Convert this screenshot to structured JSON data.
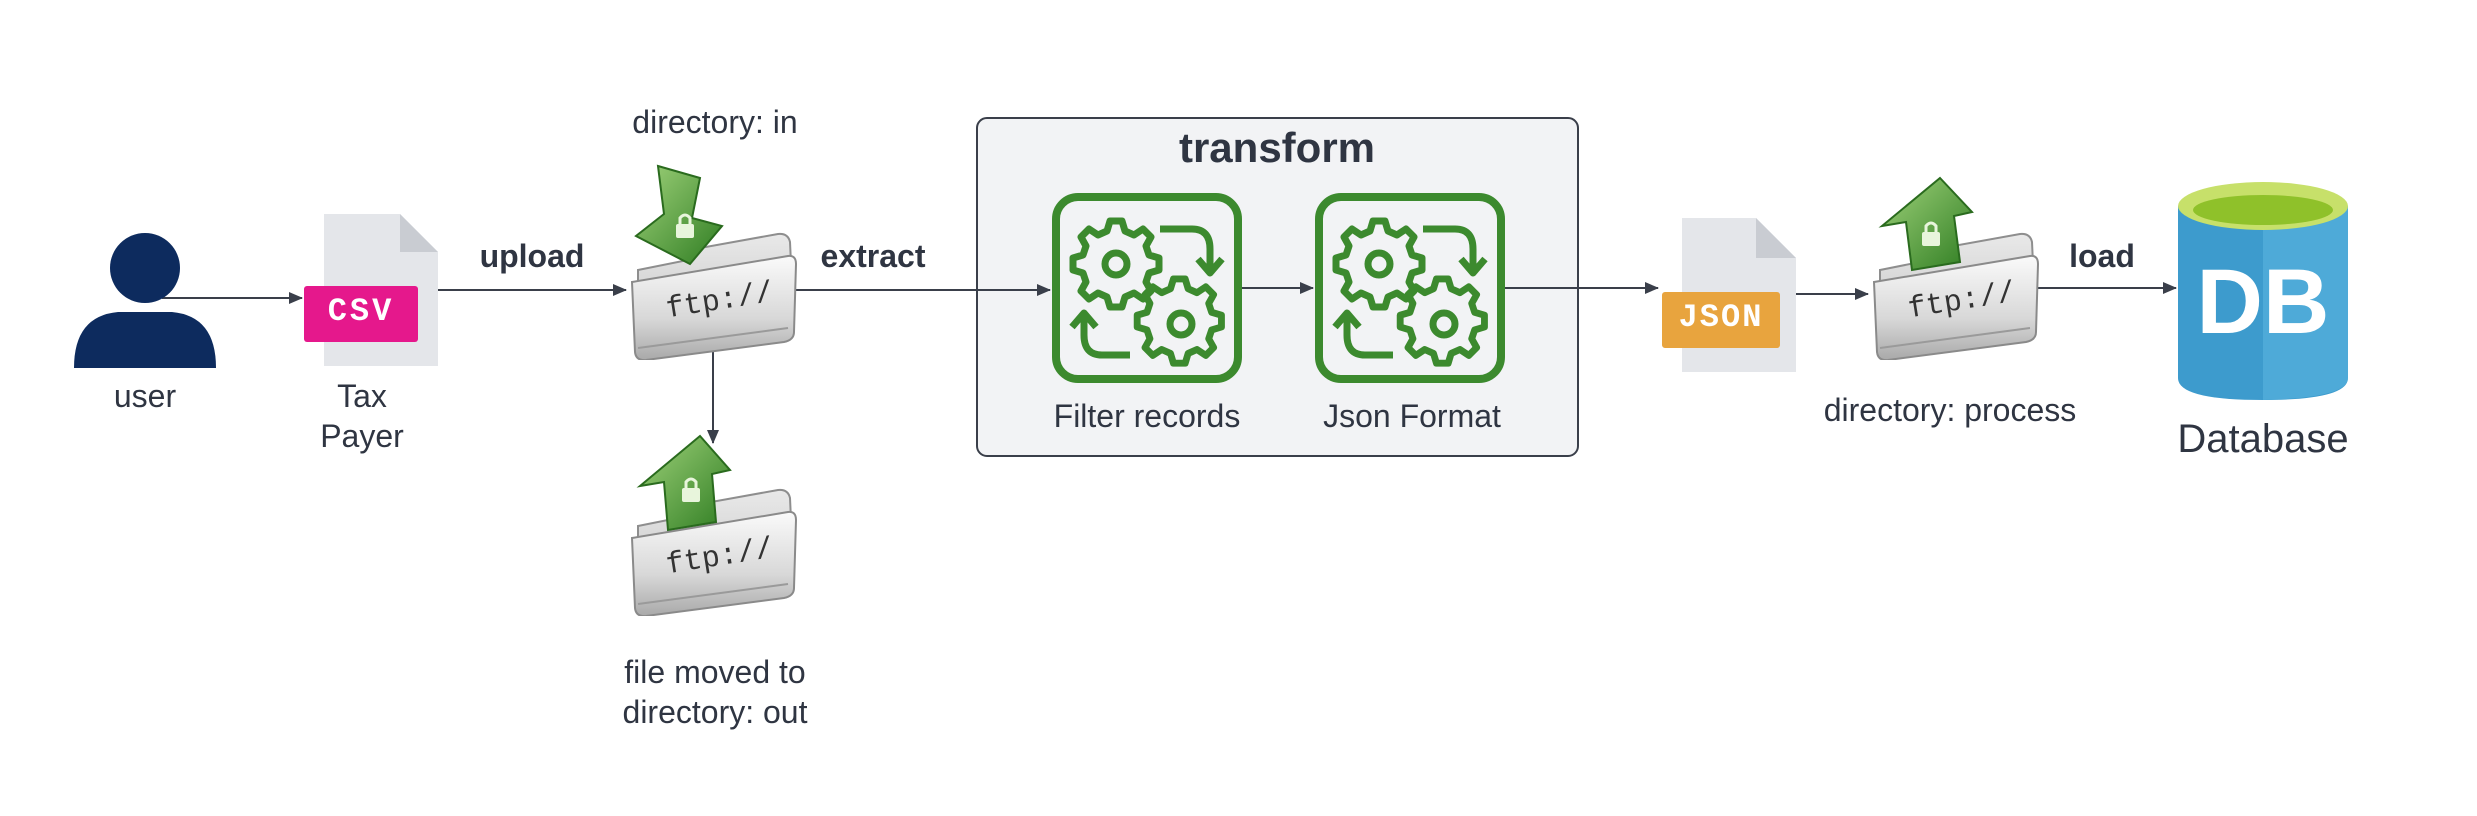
{
  "nodes": {
    "user": {
      "label": "user"
    },
    "tax_payer": {
      "label_line1": "Tax",
      "label_line2": "Payer",
      "badge": "CSV"
    },
    "ftp_in": {
      "label": "directory: in",
      "folder_text": "ftp://"
    },
    "ftp_out": {
      "label_line1": "file moved to",
      "label_line2": "directory: out",
      "folder_text": "ftp://"
    },
    "transform": {
      "title": "transform",
      "steps": [
        {
          "label": "Filter records"
        },
        {
          "label": "Json Format"
        }
      ]
    },
    "json_file": {
      "badge": "JSON"
    },
    "ftp_process": {
      "label": "directory: process",
      "folder_text": "ftp://"
    },
    "database": {
      "label": "Database",
      "badge": "DB"
    }
  },
  "edges": {
    "upload": "upload",
    "extract": "extract",
    "load": "load"
  },
  "colors": {
    "user": "#0d2b5e",
    "csv_badge": "#e5188c",
    "json_badge": "#e8a43e",
    "file_body": "#e4e6ea",
    "gear_green": "#3c8a2e",
    "arrow_green": "#4a9a36",
    "db_blue": "#3d9bcd",
    "db_top": "#a3d130",
    "transform_bg": "#f2f3f5",
    "line": "#3a3f4a",
    "text": "#2f3542"
  }
}
